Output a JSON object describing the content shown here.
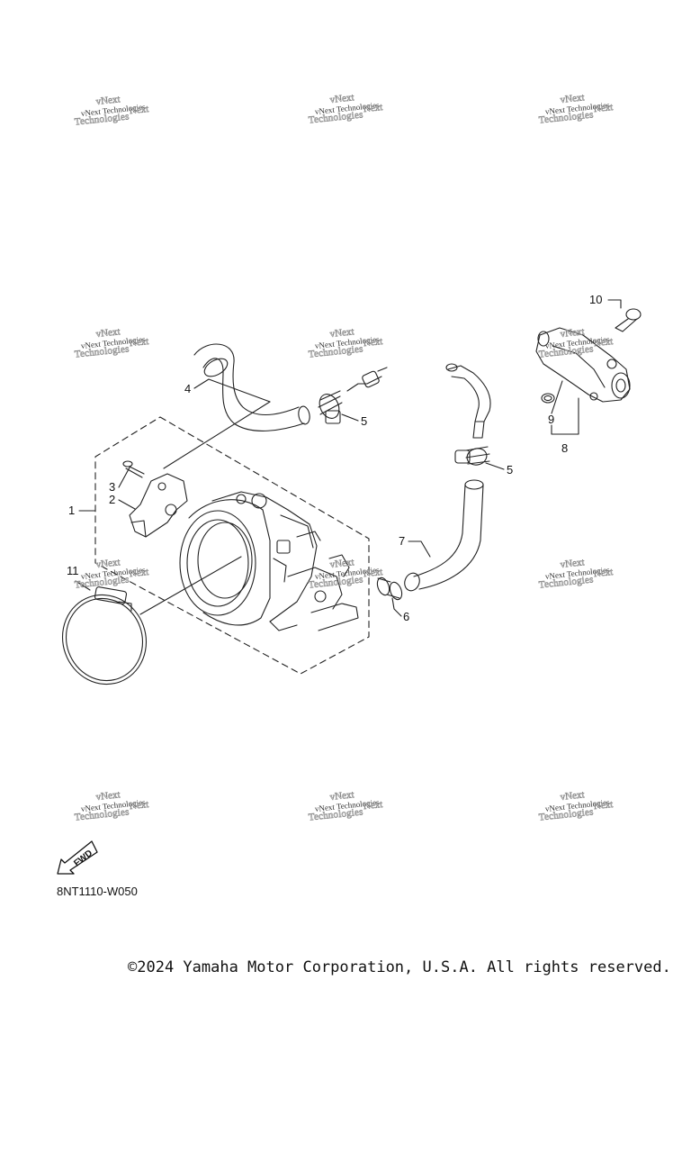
{
  "watermark": {
    "text": "vNext Technologies",
    "ghost_a": "Technologies",
    "ghost_b": "vNext",
    "ghost_c": "Next"
  },
  "callouts": {
    "c1": "1",
    "c2": "2",
    "c3": "3",
    "c4": "4",
    "c5a": "5",
    "c5b": "5",
    "c6": "6",
    "c7": "7",
    "c8": "8",
    "c9": "9",
    "c10": "10",
    "c11": "11"
  },
  "fwd_label": "FWD",
  "diagram_code": "8NT1110-W050",
  "copyright": "©2024 Yamaha Motor Corporation, U.S.A. All rights reserved."
}
